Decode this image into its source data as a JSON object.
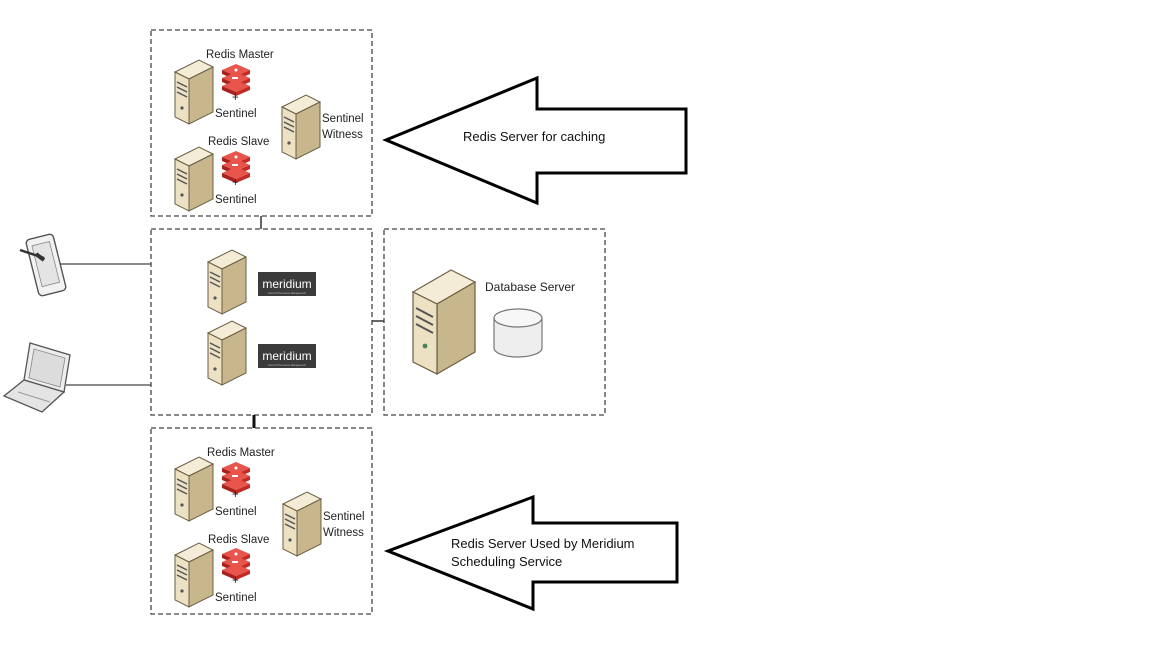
{
  "redis_cache_group": {
    "master_label": "Redis Master",
    "slave_label": "Redis Slave",
    "plus": "+",
    "sentinel_label": "Sentinel",
    "witness_line1": "Sentinel",
    "witness_line2": "Witness"
  },
  "app_group": {
    "logo_text": "meridium",
    "logo_subtext": "Asset Performance Management"
  },
  "db_group": {
    "label": "Database Server"
  },
  "redis_sched_group": {
    "master_label": "Redis Master",
    "slave_label": "Redis Slave",
    "plus": "+",
    "sentinel_label": "Sentinel",
    "witness_line1": "Sentinel",
    "witness_line2": "Witness"
  },
  "callouts": {
    "caching": "Redis Server for caching",
    "scheduling_line1": "Redis Server Used by Meridium",
    "scheduling_line2": "Scheduling Service"
  },
  "colors": {
    "server_light": "#efe4c6",
    "server_dark": "#c9b88e",
    "redis_red": "#d3302a",
    "logo_bg": "#3b3b3b"
  }
}
